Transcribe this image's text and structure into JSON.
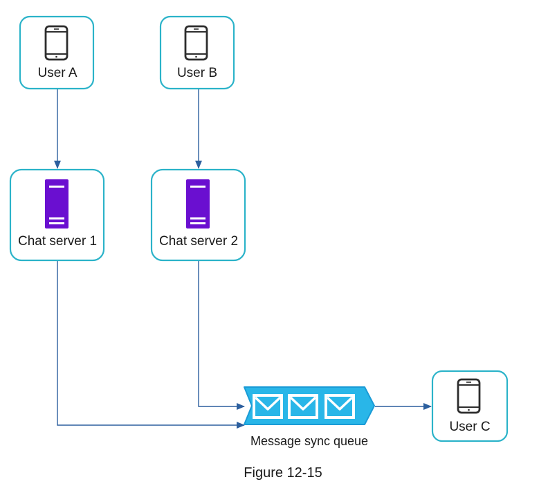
{
  "nodes": {
    "user_a": {
      "label": "User A",
      "icon": "smartphone-icon"
    },
    "user_b": {
      "label": "User B",
      "icon": "smartphone-icon"
    },
    "chat_server_1": {
      "label": "Chat server 1",
      "icon": "server-icon"
    },
    "chat_server_2": {
      "label": "Chat server 2",
      "icon": "server-icon"
    },
    "user_c": {
      "label": "User C",
      "icon": "smartphone-icon"
    }
  },
  "queue": {
    "label": "Message sync queue",
    "icon": "envelope-icon",
    "message_count": 3
  },
  "edges": [
    {
      "from": "User A",
      "to": "Chat server 1"
    },
    {
      "from": "User B",
      "to": "Chat server 2"
    },
    {
      "from": "Chat server 1",
      "to": "Message sync queue"
    },
    {
      "from": "Chat server 2",
      "to": "Message sync queue"
    },
    {
      "from": "Message sync queue",
      "to": "User C"
    }
  ],
  "caption": "Figure 12-15",
  "colors": {
    "node_border": "#2bb3c9",
    "server": "#6a0fd0",
    "queue_fill": "#29b6e8",
    "queue_border": "#1a9bd6",
    "arrow": "#2c5f9e"
  }
}
